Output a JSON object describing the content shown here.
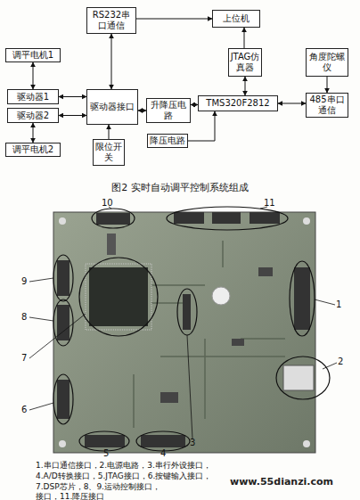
{
  "diagram": {
    "caption": "图2 实时自动调平控制系统组成",
    "nodes": [
      {
        "text": [
          "RS232串口通信"
        ]
      },
      {
        "text": [
          "上位机"
        ]
      },
      {
        "text": [
          "调平电机1"
        ]
      },
      {
        "text": [
          "JTAG仿真器"
        ]
      },
      {
        "text": [
          "角度陀螺仪"
        ]
      },
      {
        "text": [
          "驱动器1"
        ]
      },
      {
        "text": [
          "驱动器接口"
        ]
      },
      {
        "text": [
          "升降压电路"
        ]
      },
      {
        "text": [
          "TMS320F2812"
        ]
      },
      {
        "text": [
          "485串口通信"
        ]
      },
      {
        "text": [
          "驱动器2"
        ]
      },
      {
        "text": [
          "限位开关"
        ]
      },
      {
        "text": [
          "降压电路"
        ]
      },
      {
        "text": [
          "调平电机2"
        ]
      }
    ],
    "edges": [
      {
        "from": 0,
        "to": 1,
        "arrow": "to"
      },
      {
        "from": 0,
        "to": 6,
        "arrow": "both"
      },
      {
        "from": 3,
        "to": 1,
        "arrow": "to"
      },
      {
        "from": 8,
        "to": 3,
        "arrow": "both"
      },
      {
        "from": 4,
        "to": 9,
        "arrow": "to"
      },
      {
        "from": 2,
        "to": 5,
        "arrow": "both"
      },
      {
        "from": 10,
        "to": 13,
        "arrow": "both"
      },
      {
        "from": 5,
        "to": 6,
        "arrow": "both"
      },
      {
        "from": 10,
        "to": 6,
        "arrow": "both"
      },
      {
        "from": 11,
        "to": 6,
        "arrow": "to"
      },
      {
        "from": 6,
        "to": 7,
        "arrow": "both"
      },
      {
        "from": 7,
        "to": 8,
        "arrow": "both"
      },
      {
        "from": 9,
        "to": 8,
        "arrow": "both"
      },
      {
        "from": 12,
        "to": 8,
        "arrow": "to"
      }
    ],
    "labels": [
      "10",
      "11",
      "9",
      "1",
      "8",
      "2",
      "7",
      "6",
      "5",
      "4",
      "3",
      "1.串口通信接口，2.电源电路，3.串行外设接口，",
      "4.A/D转换接口，5.JTAG接口，6.按键输入接口，",
      "7.DSP芯片，8、9.运动控制接口，",
      "接口，11.降压接口",
      "www.55dianzi.com"
    ]
  }
}
